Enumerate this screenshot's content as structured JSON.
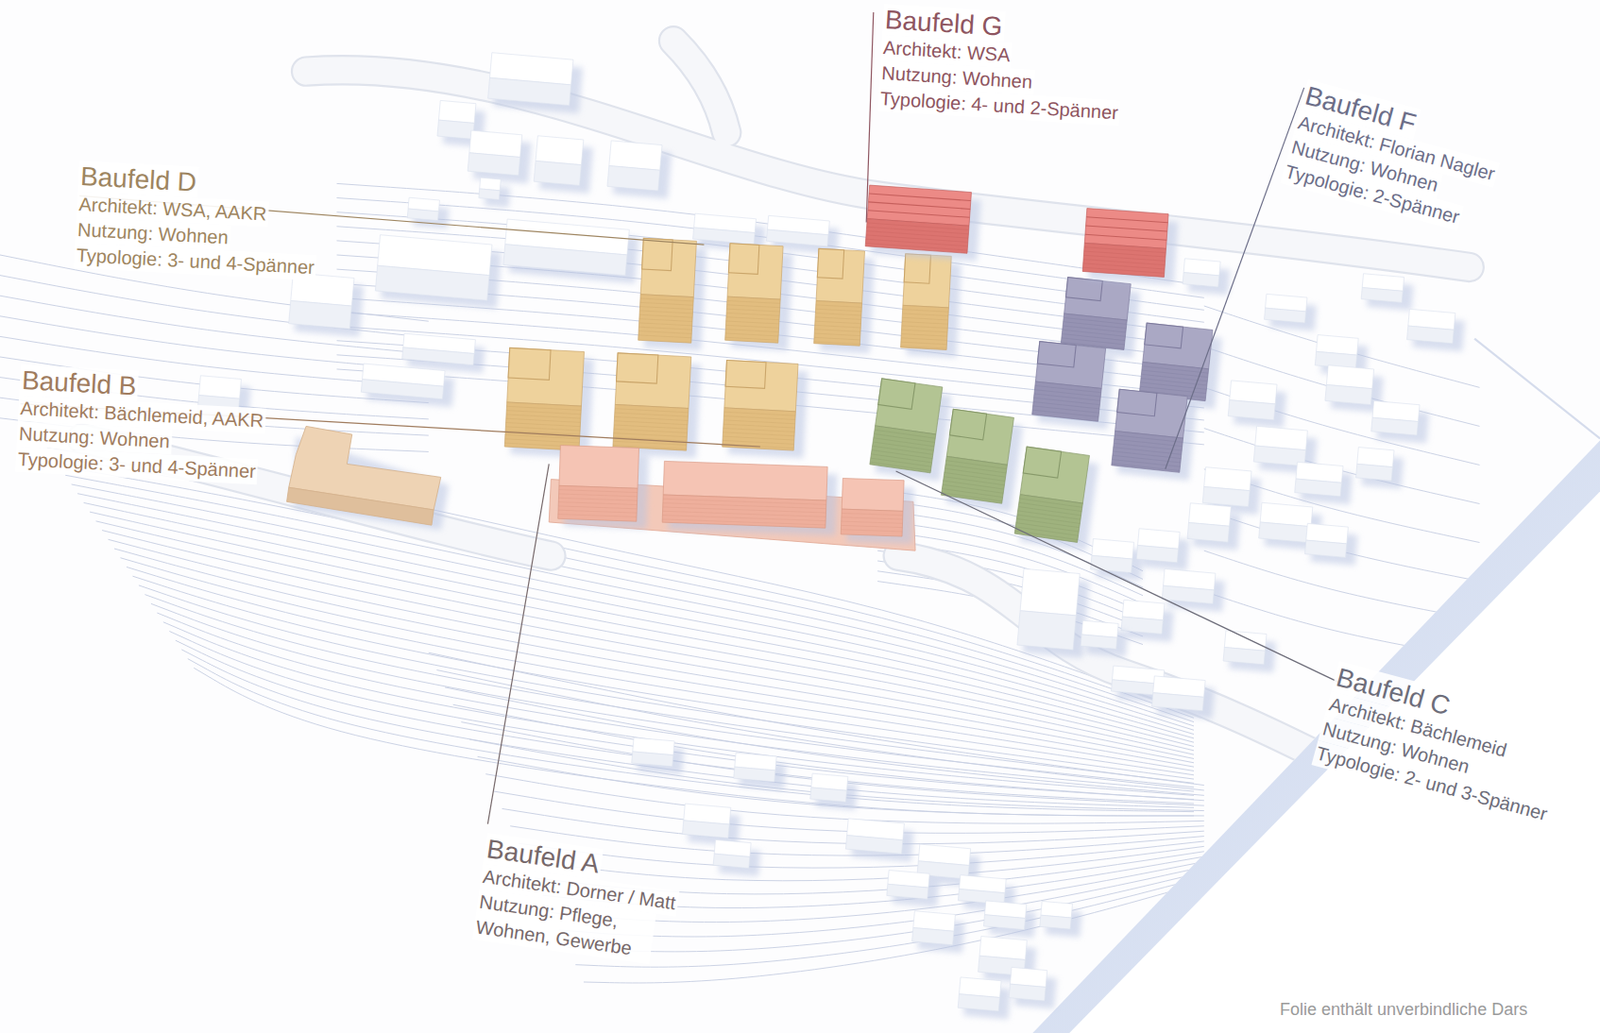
{
  "diagram": {
    "labels": [
      "Baufeld G",
      "Architekt: WSA",
      "Nutzung: Wohnen",
      "Typologie: 4- und 2-Spänner",
      "Baufeld F",
      "Architekt: Florian Nagler",
      "Nutzung: Wohnen",
      "Typologie: 2-Spänner",
      "Baufeld D",
      "Architekt: WSA, AAKR",
      "Nutzung: Wohnen",
      "Typologie: 3- und 4-Spänner",
      "Baufeld B",
      "Architekt: Bächlemeid, AAKR",
      "Nutzung: Wohnen",
      "Typologie: 3- und 4-Spänner",
      "Baufeld C",
      "Architekt: Bächlemeid",
      "Nutzung: Wohnen",
      "Typologie: 2- und 3-Spänner",
      "Baufeld A",
      "Architekt: Dorner / Matt",
      "Nutzung: Pflege, Wohnen, Gewerbe",
      "Folie enthält unverbindliche Dars"
    ]
  }
}
